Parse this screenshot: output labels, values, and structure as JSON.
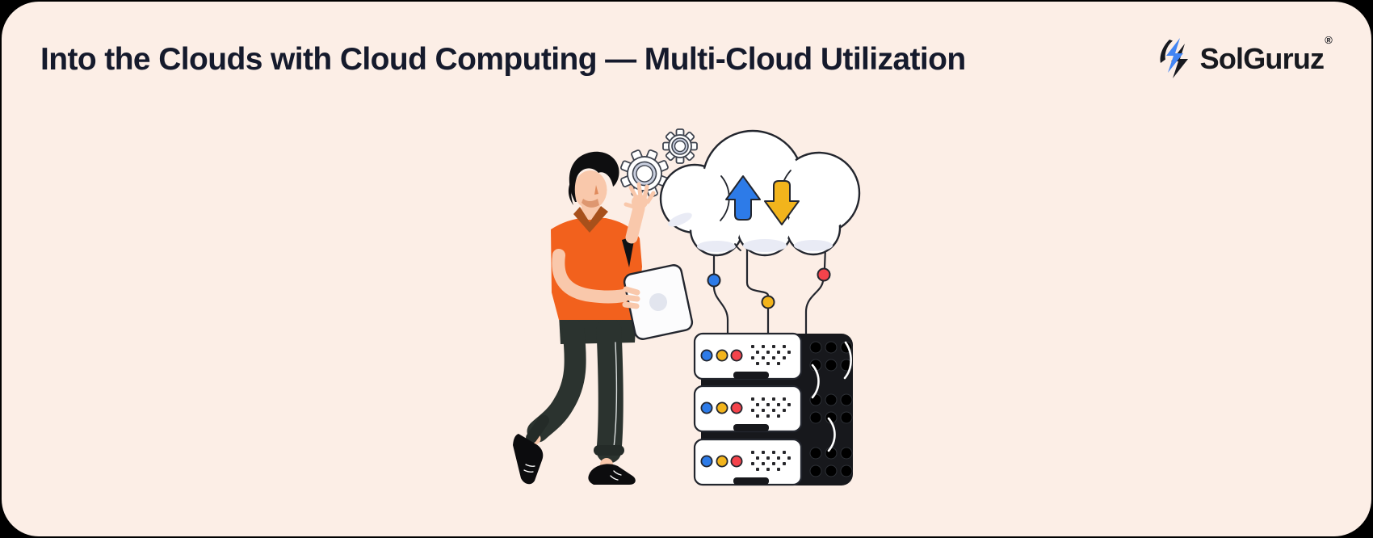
{
  "page": {
    "background_color": "#000000",
    "card_color": "#FCEEE6"
  },
  "header": {
    "title": "Into the Clouds with Cloud Computing — Multi-Cloud Utilization",
    "title_color": "#151A2C"
  },
  "logo": {
    "name": "SolGuruz",
    "registered_mark": "®",
    "brand_blue": "#4285F4",
    "brand_black": "#17191F"
  },
  "illustration": {
    "elements": [
      "gears-icon",
      "cloud-icon",
      "upload-arrow-icon",
      "download-arrow-icon",
      "connector-nodes",
      "server-rack",
      "person-with-tablet"
    ],
    "accent_colors": {
      "orange_shirt": "#F2611D",
      "arrow_blue": "#2D7BE8",
      "arrow_yellow": "#F2B41C",
      "node_red": "#F4434B",
      "server_body": "#17181C",
      "outline": "#23262E",
      "skin": "#F9C8AB",
      "pants": "#2B332F"
    },
    "server_led_colors": [
      "#2D7BE8",
      "#F2B41C",
      "#F4434B"
    ],
    "connector_node_colors": [
      "#2D7BE8",
      "#F2B41C",
      "#F4434B"
    ]
  }
}
